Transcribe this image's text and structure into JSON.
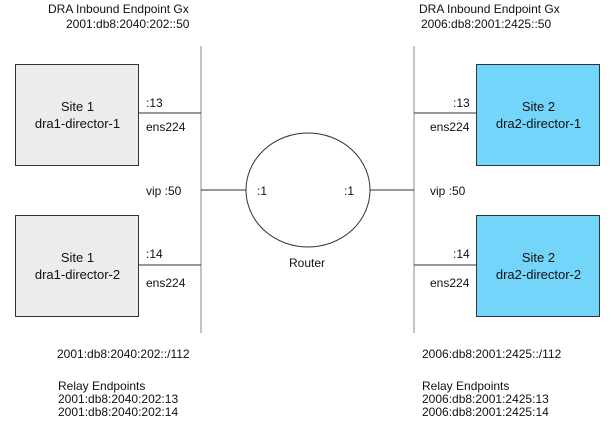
{
  "colors": {
    "site1_fill": "#ececec",
    "site2_fill": "#73d5fa",
    "stroke": "#333333",
    "bus_line": "#8a8a8a"
  },
  "left": {
    "endpoint_title": "DRA Inbound Endpoint Gx",
    "endpoint_addr": "2001:db8:2040:202::50",
    "site_a": {
      "title": "Site 1",
      "name": "dra1-director-1",
      "port": ":13",
      "iface": "ens224"
    },
    "site_b": {
      "title": "Site 1",
      "name": "dra1-director-2",
      "port": ":14",
      "iface": "ens224"
    },
    "vip": "vip :50",
    "subnet": "2001:db8:2040:202::/112",
    "relay_title": "Relay Endpoints",
    "relay_1": "2001:db8:2040:202:13",
    "relay_2": "2001:db8:2040:202:14"
  },
  "right": {
    "endpoint_title": "DRA Inbound Endpoint Gx",
    "endpoint_addr": "2006:db8:2001:2425::50",
    "site_a": {
      "title": "Site 2",
      "name": "dra2-director-1",
      "port": ":13",
      "iface": "ens224"
    },
    "site_b": {
      "title": "Site 2",
      "name": "dra2-director-2",
      "port": ":14",
      "iface": "ens224"
    },
    "vip": "vip :50",
    "subnet": "2006:db8:2001:2425::/112",
    "relay_title": "Relay Endpoints",
    "relay_1": "2006:db8:2001:2425:13",
    "relay_2": "2006:db8:2001:2425:14"
  },
  "router": {
    "label": "Router",
    "left_port": ":1",
    "right_port": ":1"
  }
}
